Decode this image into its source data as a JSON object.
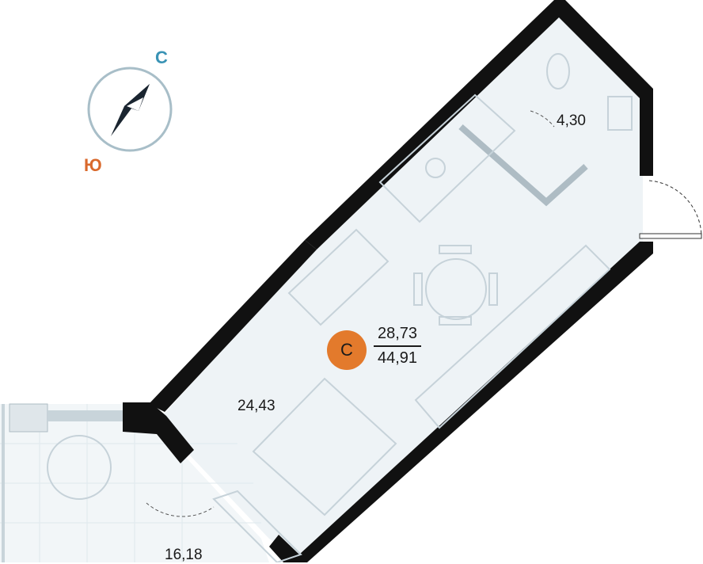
{
  "compass": {
    "north_label": "С",
    "south_label": "Ю",
    "north_color": "#3a93b5",
    "south_color": "#d9692c"
  },
  "unit": {
    "type_badge": "С",
    "living_area": "28,73",
    "total_area": "44,91",
    "badge_color": "#e37a2c"
  },
  "rooms": {
    "bathroom_area": "4,30",
    "main_room_area": "24,43",
    "balcony_area": "16,18"
  }
}
